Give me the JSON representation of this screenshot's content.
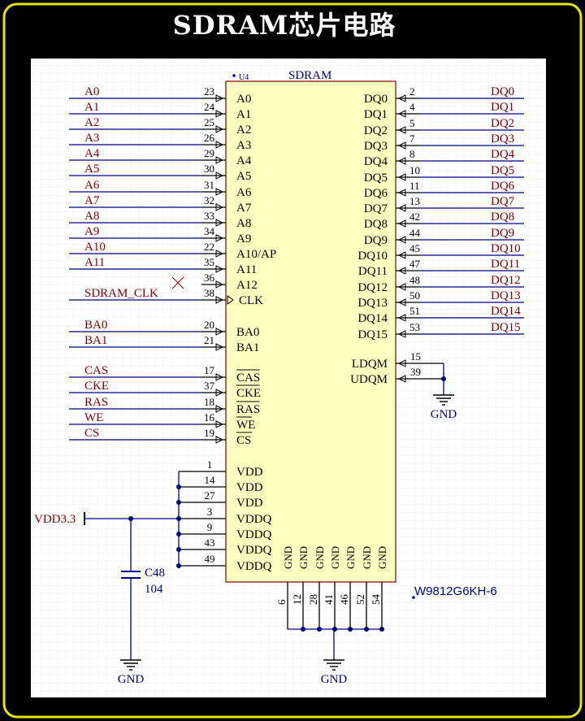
{
  "title": "SDRAM芯片电路",
  "chip": {
    "designator": "U4",
    "name": "SDRAM",
    "part_number": "W9812G6KH-6"
  },
  "left_pins": [
    {
      "net": "A0",
      "pin": "23",
      "name": "A0"
    },
    {
      "net": "A1",
      "pin": "24",
      "name": "A1"
    },
    {
      "net": "A2",
      "pin": "25",
      "name": "A2"
    },
    {
      "net": "A3",
      "pin": "26",
      "name": "A3"
    },
    {
      "net": "A4",
      "pin": "29",
      "name": "A4"
    },
    {
      "net": "A5",
      "pin": "30",
      "name": "A5"
    },
    {
      "net": "A6",
      "pin": "31",
      "name": "A6"
    },
    {
      "net": "A7",
      "pin": "32",
      "name": "A7"
    },
    {
      "net": "A8",
      "pin": "33",
      "name": "A8"
    },
    {
      "net": "A9",
      "pin": "34",
      "name": "A9"
    },
    {
      "net": "A10",
      "pin": "22",
      "name": "A10/AP"
    },
    {
      "net": "A11",
      "pin": "35",
      "name": "A11"
    },
    {
      "net": "",
      "pin": "36",
      "name": "A12"
    },
    {
      "net": "SDRAM_CLK",
      "pin": "38",
      "name": "CLK"
    },
    {
      "net": "BA0",
      "pin": "20",
      "name": "BA0"
    },
    {
      "net": "BA1",
      "pin": "21",
      "name": "BA1"
    },
    {
      "net": "CAS",
      "pin": "17",
      "name": "CAS"
    },
    {
      "net": "CKE",
      "pin": "37",
      "name": "CKE"
    },
    {
      "net": "RAS",
      "pin": "18",
      "name": "RAS"
    },
    {
      "net": "WE",
      "pin": "16",
      "name": "WE"
    },
    {
      "net": "CS",
      "pin": "19",
      "name": "CS"
    }
  ],
  "right_pins": [
    {
      "net": "DQ0",
      "pin": "2",
      "name": "DQ0"
    },
    {
      "net": "DQ1",
      "pin": "4",
      "name": "DQ1"
    },
    {
      "net": "DQ2",
      "pin": "5",
      "name": "DQ2"
    },
    {
      "net": "DQ3",
      "pin": "7",
      "name": "DQ3"
    },
    {
      "net": "DQ4",
      "pin": "8",
      "name": "DQ4"
    },
    {
      "net": "DQ5",
      "pin": "10",
      "name": "DQ5"
    },
    {
      "net": "DQ6",
      "pin": "11",
      "name": "DQ6"
    },
    {
      "net": "DQ7",
      "pin": "13",
      "name": "DQ7"
    },
    {
      "net": "DQ8",
      "pin": "42",
      "name": "DQ8"
    },
    {
      "net": "DQ9",
      "pin": "44",
      "name": "DQ9"
    },
    {
      "net": "DQ10",
      "pin": "45",
      "name": "DQ10"
    },
    {
      "net": "DQ11",
      "pin": "47",
      "name": "DQ11"
    },
    {
      "net": "DQ12",
      "pin": "48",
      "name": "DQ12"
    },
    {
      "net": "DQ13",
      "pin": "50",
      "name": "DQ13"
    },
    {
      "net": "DQ14",
      "pin": "51",
      "name": "DQ14"
    },
    {
      "net": "DQ15",
      "pin": "53",
      "name": "DQ15"
    }
  ],
  "mask_pins": [
    {
      "pin": "15",
      "name": "LDQM"
    },
    {
      "pin": "39",
      "name": "UDQM"
    }
  ],
  "power_pins": [
    {
      "pin": "1",
      "name": "VDD"
    },
    {
      "pin": "14",
      "name": "VDD"
    },
    {
      "pin": "27",
      "name": "VDD"
    },
    {
      "pin": "3",
      "name": "VDDQ"
    },
    {
      "pin": "9",
      "name": "VDDQ"
    },
    {
      "pin": "43",
      "name": "VDDQ"
    },
    {
      "pin": "49",
      "name": "VDDQ"
    }
  ],
  "ground_pins": [
    {
      "pin": "6",
      "name": "GND"
    },
    {
      "pin": "12",
      "name": "GND"
    },
    {
      "pin": "28",
      "name": "GND"
    },
    {
      "pin": "41",
      "name": "GND"
    },
    {
      "pin": "46",
      "name": "GND"
    },
    {
      "pin": "52",
      "name": "GND"
    },
    {
      "pin": "54",
      "name": "GND"
    }
  ],
  "power_net": "VDD3.3",
  "capacitor": {
    "designator": "C48",
    "value": "104"
  },
  "ground_label": "GND",
  "colors": {
    "background": "#000000",
    "frame": "#e6e600",
    "sheet": "#ffffff",
    "grid": "#eeeeee",
    "wire": "#000080",
    "net_label": "#800000",
    "pin_line": "#000000",
    "chip_fill": "#ffffc0",
    "chip_border": "#800000",
    "chip_name": "#000080"
  }
}
